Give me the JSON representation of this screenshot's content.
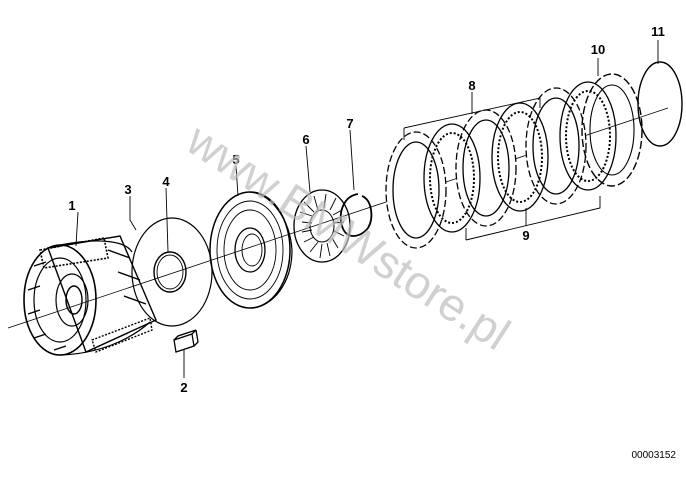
{
  "diagram": {
    "parts": [
      {
        "number": "1",
        "icon": "clutch-drum-icon"
      },
      {
        "number": "2",
        "icon": "key-block-icon"
      },
      {
        "number": "3",
        "icon": "seal-ring-icon"
      },
      {
        "number": "4",
        "icon": "o-ring-icon"
      },
      {
        "number": "5",
        "icon": "piston-icon"
      },
      {
        "number": "6",
        "icon": "spring-retainer-icon"
      },
      {
        "number": "7",
        "icon": "snap-ring-icon"
      },
      {
        "number": "8",
        "icon": "outer-clutch-plate-icon"
      },
      {
        "number": "9",
        "icon": "inner-clutch-disc-icon"
      },
      {
        "number": "10",
        "icon": "pressure-plate-icon"
      },
      {
        "number": "11",
        "icon": "retaining-ring-icon"
      }
    ],
    "watermark": "www.BMWstore.pl",
    "drawing_code": "00003152"
  }
}
